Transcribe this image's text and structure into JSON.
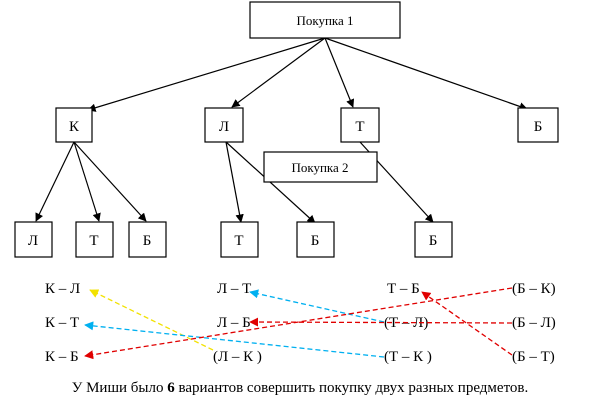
{
  "tree": {
    "root": "Покупка 1",
    "level1": [
      "К",
      "Л",
      "Т",
      "Б"
    ],
    "level2_label": "Покупка 2",
    "k_children": [
      "Л",
      "Т",
      "Б"
    ],
    "l_children": [
      "Т",
      "Б"
    ],
    "t_children": [
      "Б"
    ]
  },
  "pairs": {
    "col1": [
      "К – Л",
      "К – Т",
      "К – Б"
    ],
    "col2": [
      "Л – Т",
      "Л – Б",
      "(Л – К )"
    ],
    "col3": [
      "Т – Б",
      "(Т – Л)",
      "(Т – К )"
    ],
    "col4": [
      "(Б – К)",
      "(Б – Л)",
      "(Б – Т)"
    ]
  },
  "colors": {
    "yellow": "#f2e200",
    "cyan": "#00b0f0",
    "red": "#e00000"
  },
  "caption": {
    "before": "У Миши было ",
    "count": "6",
    "after": " вариантов совершить покупку двух разных предметов."
  }
}
